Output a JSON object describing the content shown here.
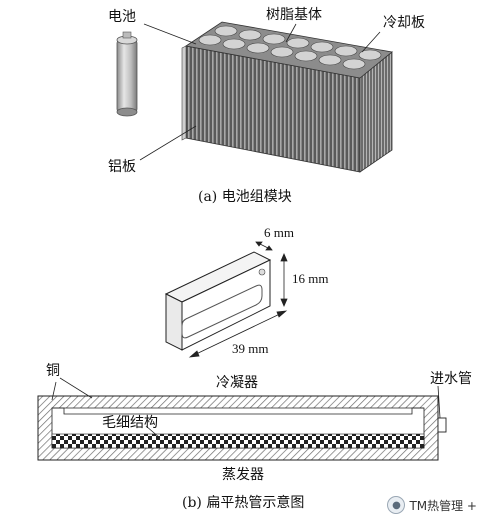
{
  "figure_a": {
    "label_battery": "电池",
    "label_resin": "树脂基体",
    "label_cooling_plate": "冷却板",
    "label_aluminum_plate": "铝板",
    "caption": "(a) 电池组模块"
  },
  "figure_mid": {
    "dim_thickness": "6 mm",
    "dim_height": "16 mm",
    "dim_length": "39 mm"
  },
  "figure_b": {
    "label_copper": "铜",
    "label_condenser": "冷凝器",
    "label_water_inlet": "进水管",
    "label_wick": "毛细结构",
    "label_evaporator": "蒸发器",
    "caption": "(b) 扁平热管示意图"
  },
  "watermark": {
    "text": "TM热管理 +",
    "icon": "wechat-icon"
  },
  "colors": {
    "fin_dark": "#4a4a4a",
    "fin_light": "#9a9a9a",
    "battery_fill": "#c8c8c8",
    "wall_hatch": "#777777"
  }
}
